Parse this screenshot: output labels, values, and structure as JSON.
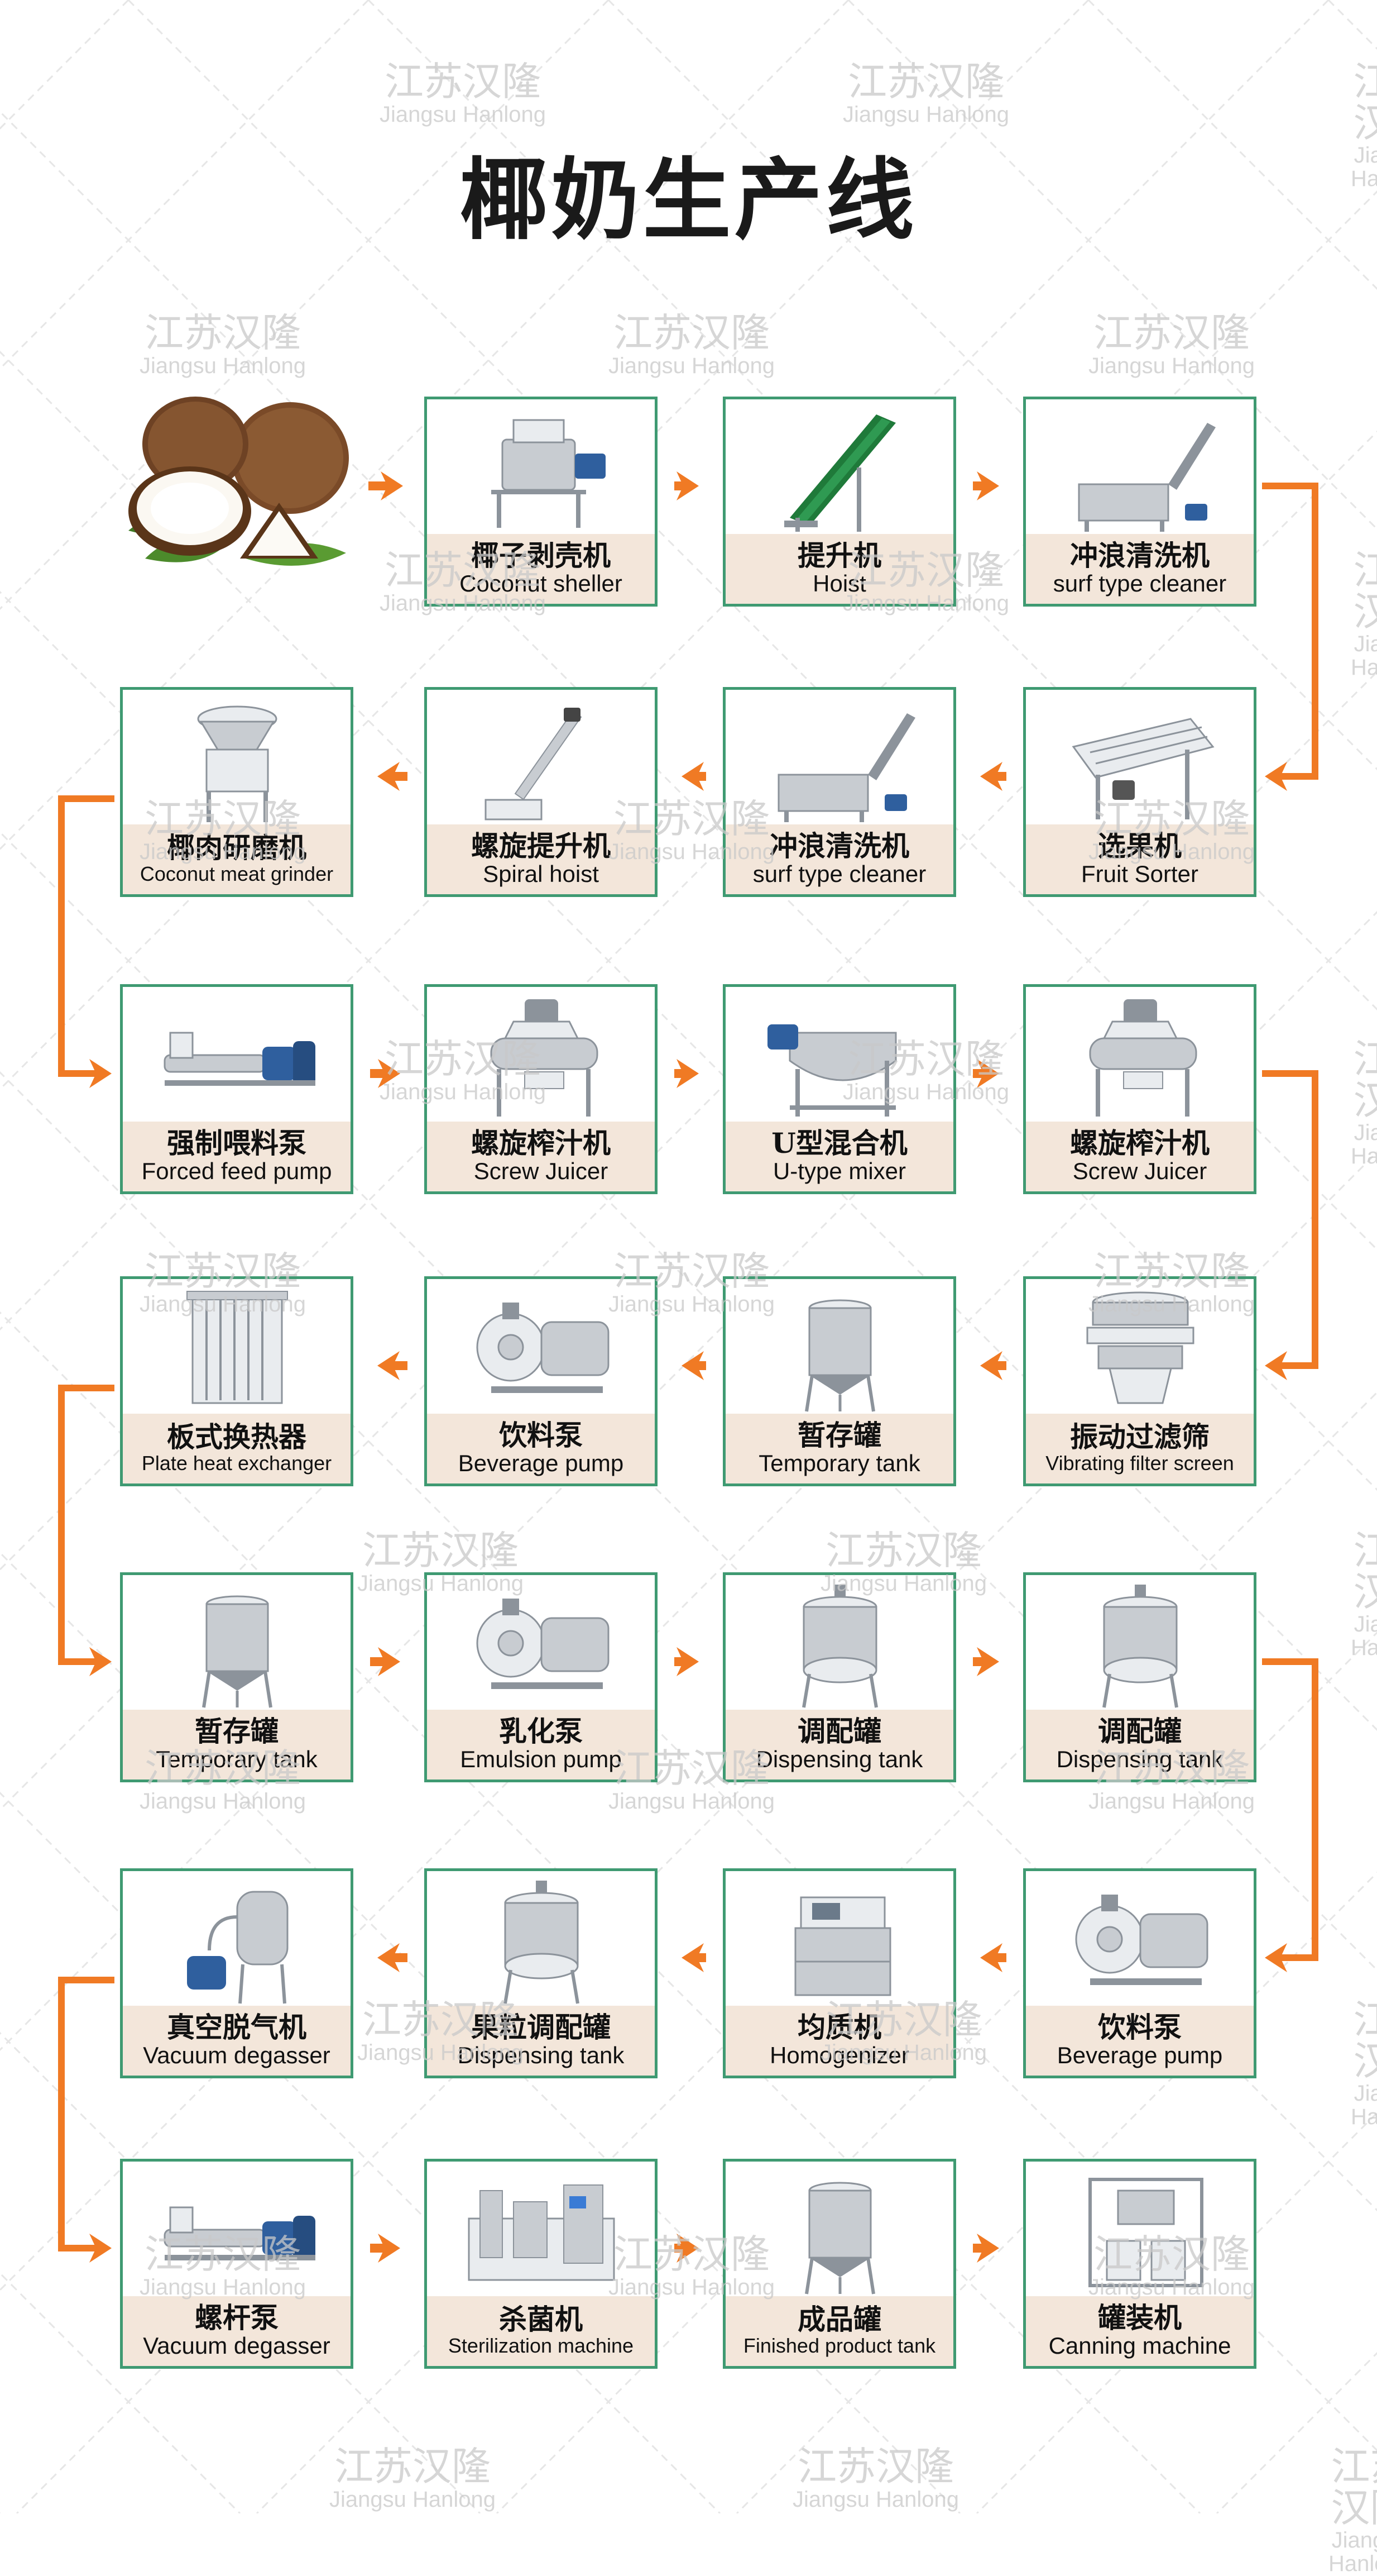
{
  "title": "椰奶生产线",
  "watermark": {
    "cn": "江苏汉隆",
    "en": "Jiangsu Hanlong"
  },
  "colors": {
    "card_border": "#3f9a72",
    "label_bg": "#f3e6da",
    "arrow": "#f07a24",
    "title": "#1a1a1a"
  },
  "start_image": "coconut-image",
  "steps": [
    {
      "cn": "椰子剥壳机",
      "en": "Coconut sheller",
      "icon": "sheller-icon"
    },
    {
      "cn": "提升机",
      "en": "Hoist",
      "icon": "conveyor-icon"
    },
    {
      "cn": "冲浪清洗机",
      "en": "surf type cleaner",
      "icon": "washer-icon"
    },
    {
      "cn": "选果机",
      "en": "Fruit Sorter",
      "icon": "sorter-icon"
    },
    {
      "cn": "冲浪清洗机",
      "en": "surf type cleaner",
      "icon": "washer-icon"
    },
    {
      "cn": "螺旋提升机",
      "en": "Spiral hoist",
      "icon": "spiral-hoist-icon"
    },
    {
      "cn": "椰肉研磨机",
      "en": "Coconut meat grinder",
      "icon": "grinder-icon"
    },
    {
      "cn": "强制喂料泵",
      "en": "Forced feed pump",
      "icon": "screw-pump-icon"
    },
    {
      "cn": "螺旋榨汁机",
      "en": "Screw Juicer",
      "icon": "juicer-icon"
    },
    {
      "cn": "U型混合机",
      "en": "U-type mixer",
      "icon": "mixer-icon"
    },
    {
      "cn": "螺旋榨汁机",
      "en": "Screw Juicer",
      "icon": "juicer-icon"
    },
    {
      "cn": "振动过滤筛",
      "en": "Vibrating filter screen",
      "icon": "vibrating-screen-icon"
    },
    {
      "cn": "暂存罐",
      "en": "Temporary tank",
      "icon": "tank-icon"
    },
    {
      "cn": "饮料泵",
      "en": "Beverage pump",
      "icon": "pump-icon"
    },
    {
      "cn": "板式换热器",
      "en": "Plate heat exchanger",
      "icon": "heat-exchanger-icon"
    },
    {
      "cn": "暂存罐",
      "en": "Temporary tank",
      "icon": "tank-icon"
    },
    {
      "cn": "乳化泵",
      "en": "Emulsion pump",
      "icon": "pump-icon"
    },
    {
      "cn": "调配罐",
      "en": "Dispensing tank",
      "icon": "mixing-tank-icon"
    },
    {
      "cn": "调配罐",
      "en": "Dispensing tank",
      "icon": "mixing-tank-icon"
    },
    {
      "cn": "饮料泵",
      "en": "Beverage pump",
      "icon": "pump-icon"
    },
    {
      "cn": "均质机",
      "en": "Homogenizer",
      "icon": "homogenizer-icon"
    },
    {
      "cn": "果粒调配罐",
      "en": "Dispensing tank",
      "icon": "mixing-tank-icon"
    },
    {
      "cn": "真空脱气机",
      "en": "Vacuum degasser",
      "icon": "degasser-icon"
    },
    {
      "cn": "螺杆泵",
      "en": "Vacuum degasser",
      "icon": "screw-pump-icon"
    },
    {
      "cn": "杀菌机",
      "en": "Sterilization machine",
      "icon": "sterilizer-icon"
    },
    {
      "cn": "成品罐",
      "en": "Finished product tank",
      "icon": "tank-icon"
    },
    {
      "cn": "罐装机",
      "en": "Canning machine",
      "icon": "filler-icon"
    }
  ]
}
